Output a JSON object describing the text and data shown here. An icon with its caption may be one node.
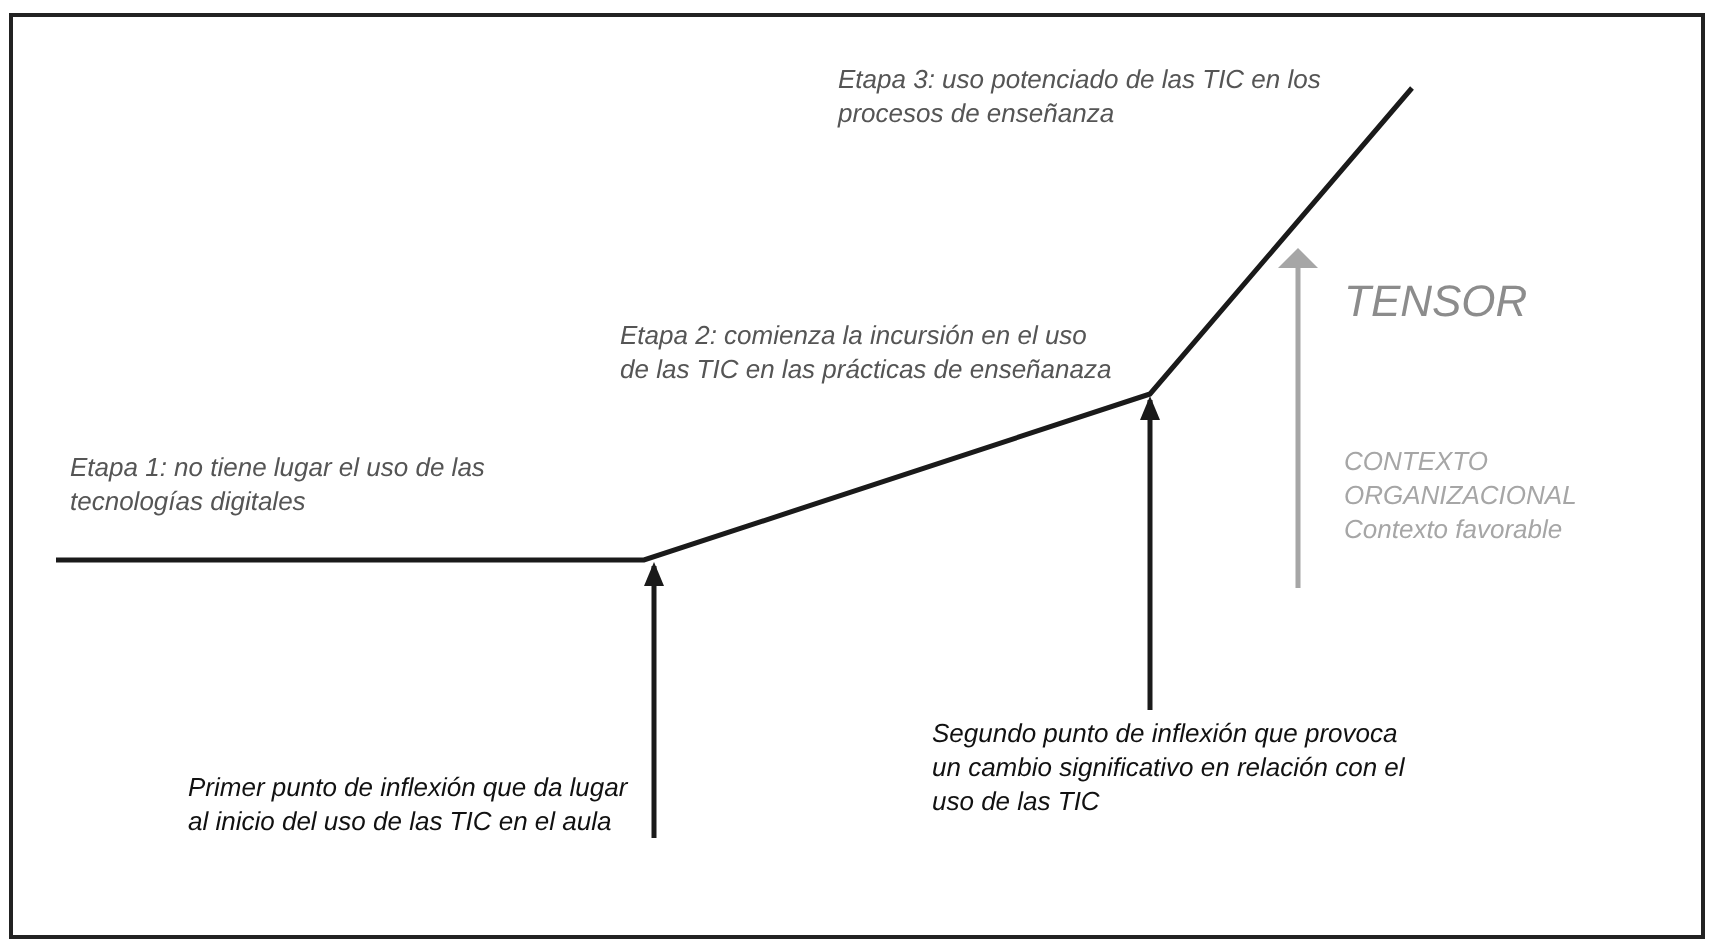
{
  "diagram": {
    "nodes": [
      {
        "text": [
          "Primer punto de inflexión que da lugar al inicio del uso de las TIC en el aula"
        ]
      },
      {
        "text": [
          "Segundo punto de inflexión que provoca un cambio significativo en relación con el uso de las TIC"
        ]
      }
    ],
    "edges": [
      {
        "from": 0,
        "to": null,
        "arrow": "to"
      },
      {
        "from": 1,
        "to": null,
        "arrow": "to"
      }
    ],
    "labels": [
      "Etapa 3: uso potenciado de las TIC en los procesos de enseñanza",
      "Etapa 2: comienza la incursión en el uso de las TIC en las prácticas de enseñanaza",
      "Etapa 1: no tiene lugar el uso de las tecnologías digitales",
      "TENSOR",
      "CONTEXTO ORGANIZACIONAL Contexto favorable"
    ]
  }
}
